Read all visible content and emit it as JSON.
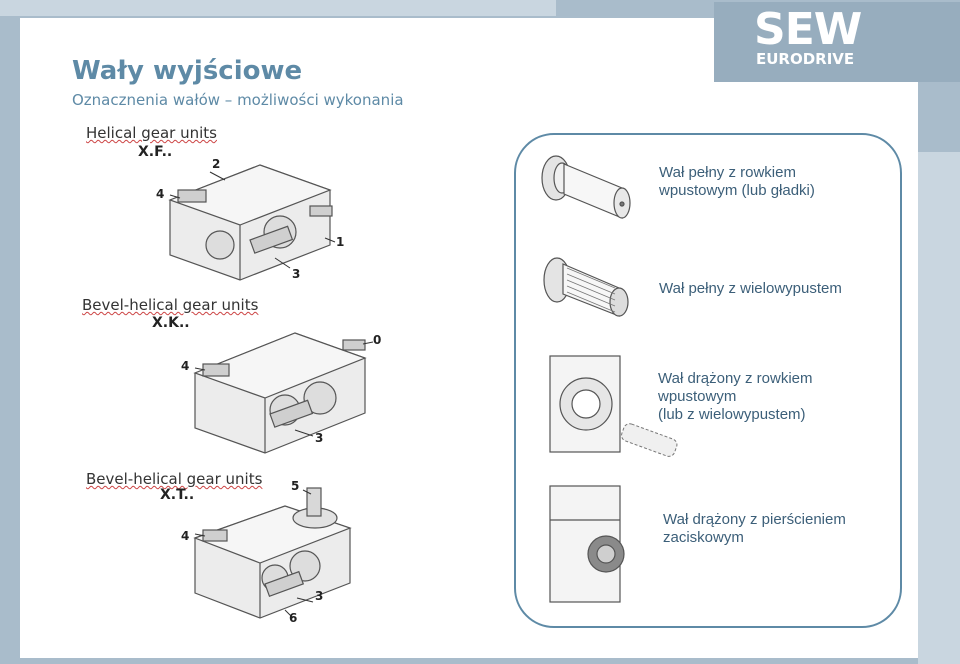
{
  "brand": {
    "name": "SEW",
    "sub": "EURODRIVE"
  },
  "title": "Wały wyjściowe",
  "subtitle": "Oznacznenia wałów – możliwości wykonania",
  "units": [
    {
      "label": "Helical gear units",
      "code": "X.F..",
      "callouts": [
        "2",
        "4",
        "1",
        "3"
      ]
    },
    {
      "label": "Bevel-helical gear units",
      "code": "X.K..",
      "callouts": [
        "0",
        "4",
        "3"
      ]
    },
    {
      "label": "Bevel-helical gear units",
      "code": "X.T..",
      "callouts": [
        "5",
        "4",
        "3",
        "6"
      ]
    }
  ],
  "options": [
    {
      "text": "Wał pełny z rowkiem\nwpustowym (lub gładki)"
    },
    {
      "text": "Wał pełny z wielowypustem"
    },
    {
      "text": "Wał drążony z rowkiem\nwpustowym\n(lub z wielowypustem)"
    },
    {
      "text": "Wał drążony z pierścieniem\nzaciskowym"
    }
  ]
}
